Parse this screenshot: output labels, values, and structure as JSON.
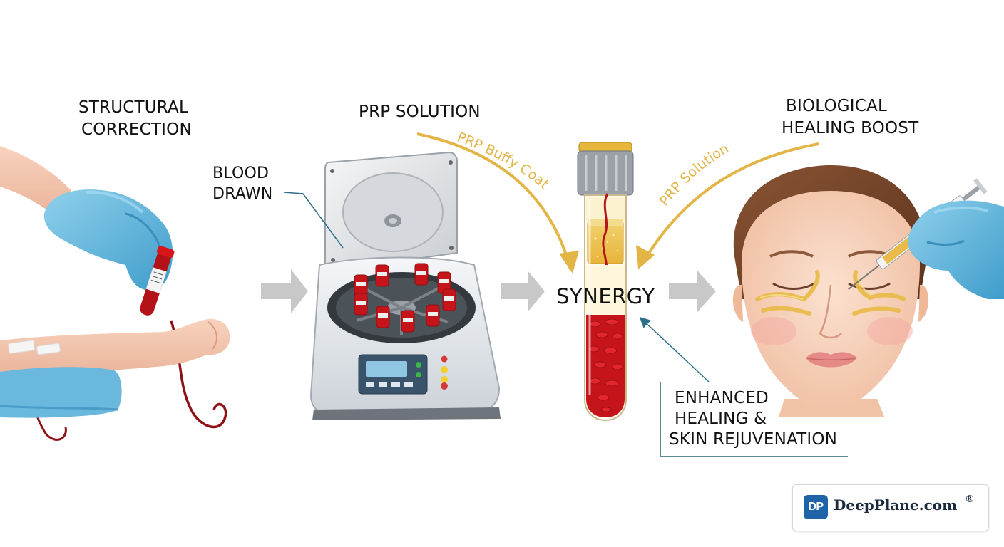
{
  "labels": {
    "structural": [
      "STRUCTURAL",
      "CORRECTION"
    ],
    "prp_solution": "PRP SOLUTION",
    "biological": [
      "BIOLOGICAL",
      "HEALING BOOST"
    ],
    "blood_drawn": [
      "BLOOD",
      "DRAWN"
    ],
    "synergy": "SYNERGY",
    "enhanced": [
      "ENHANCED",
      "HEALING &",
      "SKIN REJUVENATION"
    ],
    "arrow_buffy_coat": "PRP Buffy Coat",
    "arrow_prp_solution": "PRP Solution"
  },
  "logo": {
    "badge": "DP",
    "text": "DeepPlane.com",
    "registered": "®"
  },
  "colors": {
    "glove": "#5fb6dc",
    "blood": "#c0141b",
    "gold_arrow": "#e3b446",
    "pointer_line": "#2d6f8a",
    "step_arrow": "#c8c8c8",
    "brand": "#1f63a8"
  },
  "icons": [
    "blood-draw-arm-illustration",
    "centrifuge-illustration",
    "prp-test-tube-illustration",
    "face-injection-illustration"
  ]
}
